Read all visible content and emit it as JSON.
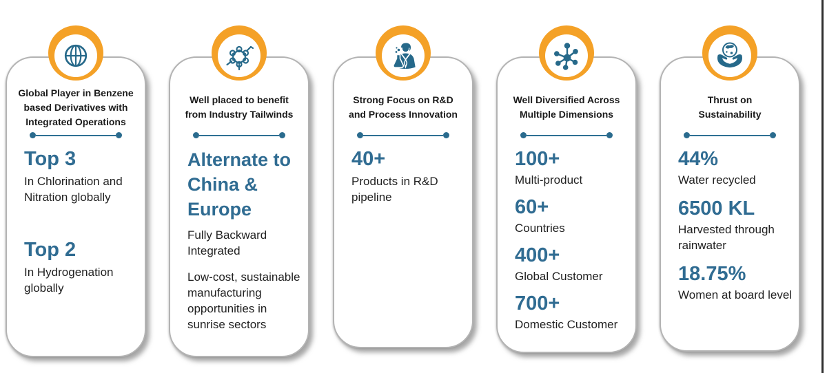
{
  "page": {
    "background": "#ffffff",
    "right_border_color": "#2f2f2f"
  },
  "colors": {
    "accent_orange": "#F4A127",
    "icon_teal": "#26698A",
    "stat_blue": "#306C92",
    "title_dark": "#1b1b1b",
    "body_text": "#212121",
    "card_border": "#b3b3b3"
  },
  "cards": [
    {
      "id": "global-player",
      "icon": "globe-icon",
      "title_lines": [
        "Global Player in Benzene",
        "based Derivatives with",
        "Integrated Operations"
      ],
      "entries": [
        {
          "stat": "Top 3",
          "paragraphs": [
            "In Chlorination and Nitration globally"
          ]
        },
        {
          "stat": "Top 2",
          "paragraphs": [
            "In Hydrogenation globally"
          ]
        }
      ]
    },
    {
      "id": "industry-tailwinds",
      "icon": "molecule-icon",
      "title_lines": [
        "Well placed to benefit",
        "from Industry Tailwinds"
      ],
      "entries": [
        {
          "stat": "Alternate to China & Europe",
          "paragraphs": [
            "Fully Backward Integrated",
            "Low-cost, sustainable manufacturing opportunities in sunrise sectors"
          ]
        }
      ]
    },
    {
      "id": "rd-innovation",
      "icon": "scientist-icon",
      "title_lines": [
        "Strong Focus on R&D",
        "and Process Innovation"
      ],
      "entries": [
        {
          "stat": "40+",
          "paragraphs": [
            "Products in R&D pipeline"
          ]
        }
      ]
    },
    {
      "id": "diversified",
      "icon": "network-icon",
      "title_lines": [
        "Well Diversified Across",
        "Multiple Dimensions"
      ],
      "entries": [
        {
          "stat": "100+",
          "paragraphs": [
            "Multi-product"
          ]
        },
        {
          "stat": "60+",
          "paragraphs": [
            "Countries"
          ]
        },
        {
          "stat": "400+",
          "paragraphs": [
            "Global Customer"
          ]
        },
        {
          "stat": "700+",
          "paragraphs": [
            "Domestic Customer"
          ]
        }
      ]
    },
    {
      "id": "sustainability",
      "icon": "hands-globe-icon",
      "title_lines": [
        "Thrust on",
        "Sustainability"
      ],
      "entries": [
        {
          "stat": "44%",
          "paragraphs": [
            "Water recycled"
          ]
        },
        {
          "stat": "6500 KL",
          "paragraphs": [
            "Harvested through rainwater"
          ]
        },
        {
          "stat": "18.75%",
          "paragraphs": [
            "Women at board level"
          ]
        }
      ]
    }
  ]
}
